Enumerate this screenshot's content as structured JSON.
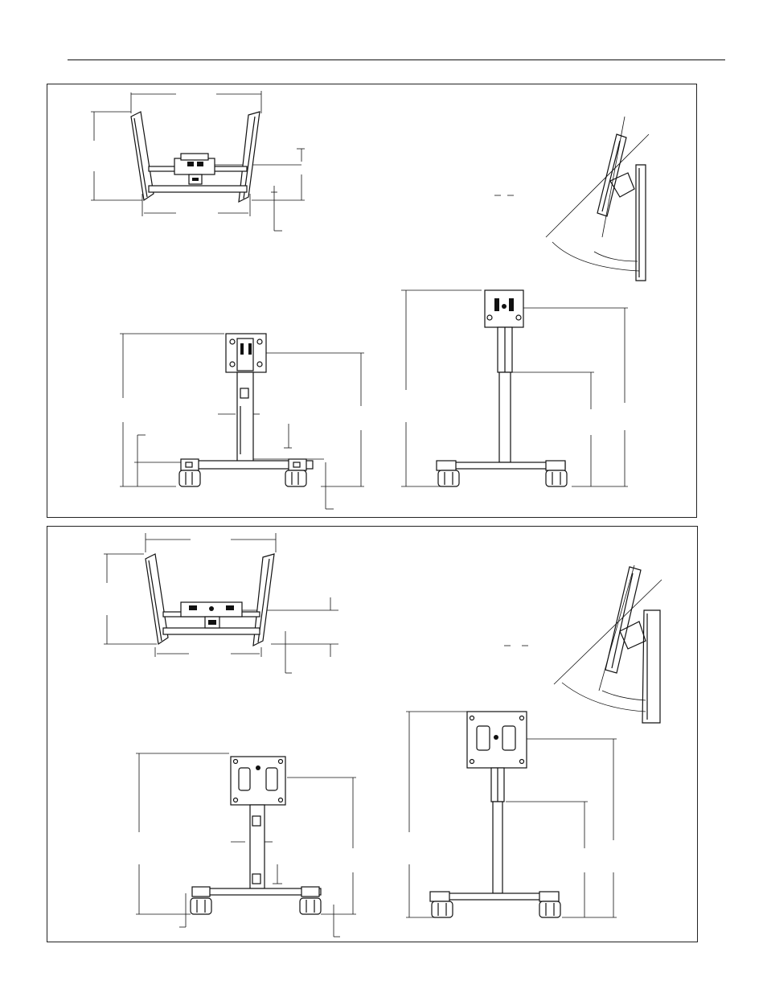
{
  "page": {
    "rule_color": "#111111",
    "line_color": "#111111"
  },
  "panels": [
    {
      "id": "top",
      "views": [
        "top-view",
        "front-view",
        "side-view",
        "tilt-detail"
      ]
    },
    {
      "id": "bottom",
      "views": [
        "top-view",
        "front-view",
        "side-view",
        "tilt-detail"
      ]
    }
  ]
}
